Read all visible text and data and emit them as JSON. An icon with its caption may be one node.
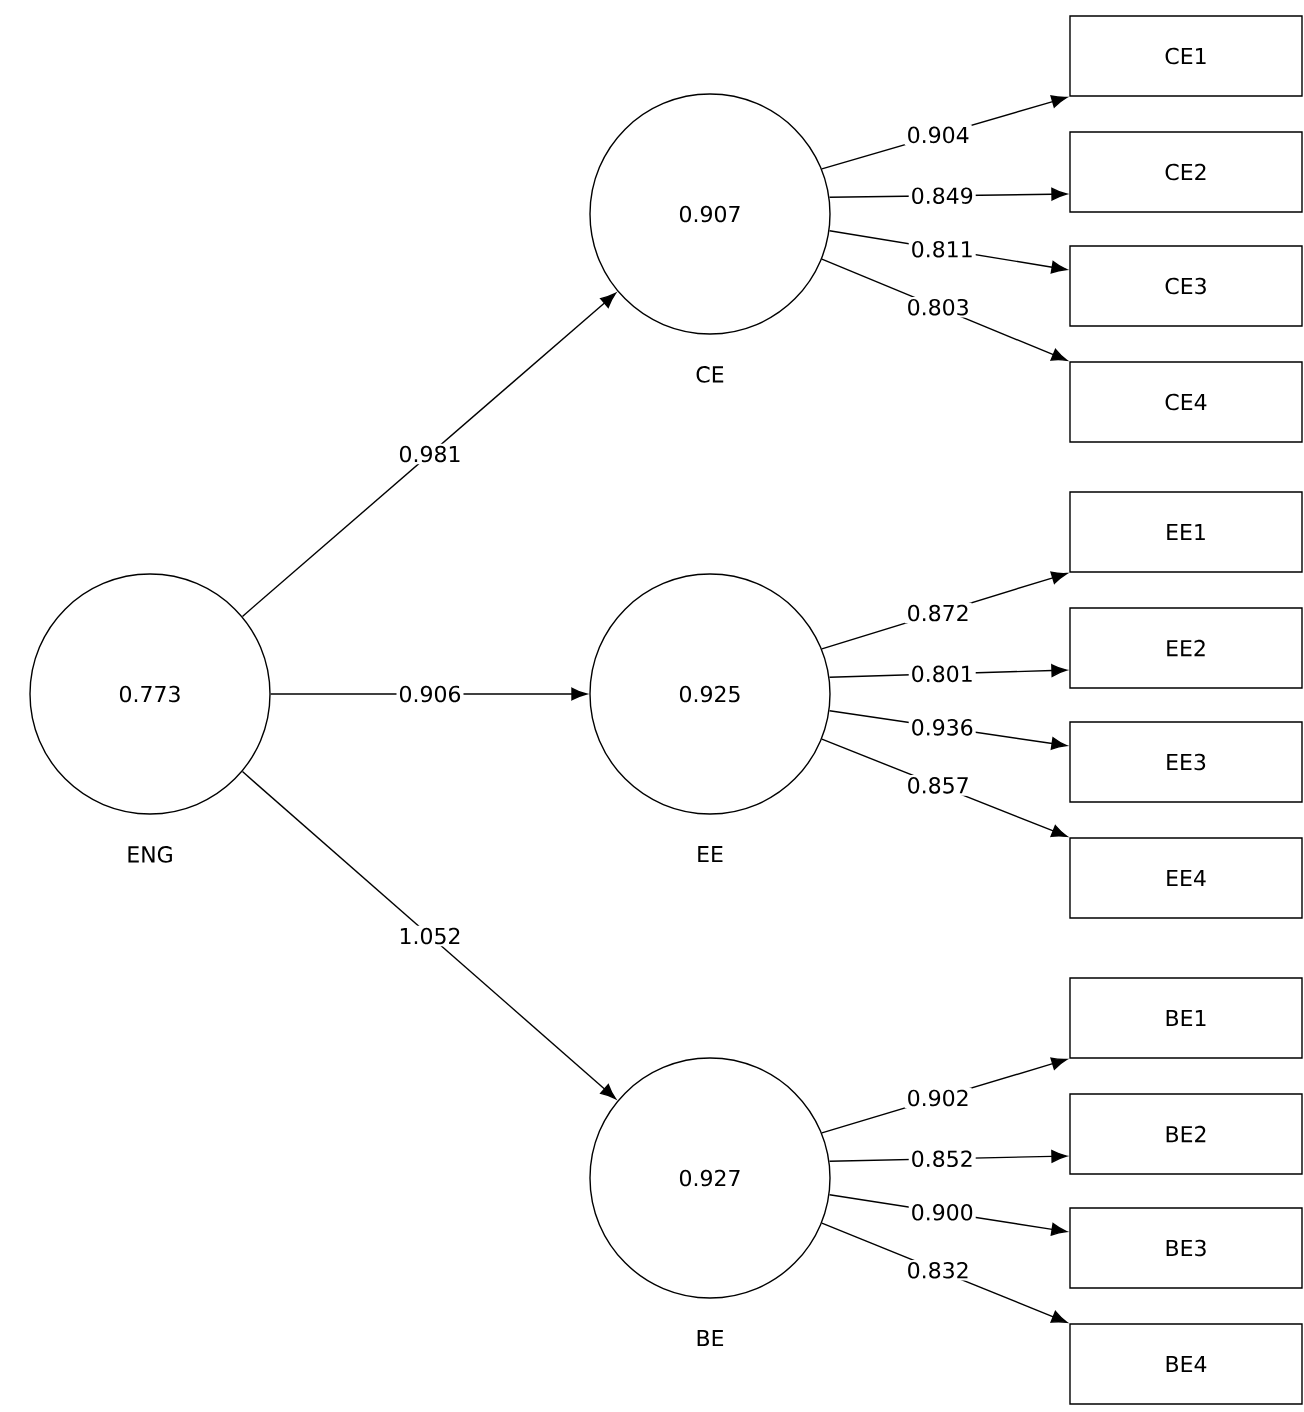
{
  "diagram": {
    "nodes": [
      {
        "text": [
          "0.773"
        ],
        "beside": [
          "ENG"
        ]
      },
      {
        "text": [
          "0.907"
        ],
        "beside": [
          "CE"
        ]
      },
      {
        "text": [
          "0.925"
        ],
        "beside": [
          "EE"
        ]
      },
      {
        "text": [
          "0.927"
        ],
        "beside": [
          "BE"
        ]
      },
      {
        "text": [
          "CE1"
        ]
      },
      {
        "text": [
          "CE2"
        ]
      },
      {
        "text": [
          "CE3"
        ]
      },
      {
        "text": [
          "CE4"
        ]
      },
      {
        "text": [
          "EE1"
        ]
      },
      {
        "text": [
          "EE2"
        ]
      },
      {
        "text": [
          "EE3"
        ]
      },
      {
        "text": [
          "EE4"
        ]
      },
      {
        "text": [
          "BE1"
        ]
      },
      {
        "text": [
          "BE2"
        ]
      },
      {
        "text": [
          "BE3"
        ]
      },
      {
        "text": [
          "BE4"
        ]
      }
    ],
    "edges": [
      {
        "from": 0,
        "to": 1,
        "arrow": "to",
        "label": "0.981"
      },
      {
        "from": 0,
        "to": 2,
        "arrow": "to",
        "label": "0.906"
      },
      {
        "from": 0,
        "to": 3,
        "arrow": "to",
        "label": "1.052"
      },
      {
        "from": 1,
        "to": 4,
        "arrow": "to",
        "label": "0.904"
      },
      {
        "from": 1,
        "to": 5,
        "arrow": "to",
        "label": "0.849"
      },
      {
        "from": 1,
        "to": 6,
        "arrow": "to",
        "label": "0.811"
      },
      {
        "from": 1,
        "to": 7,
        "arrow": "to",
        "label": "0.803"
      },
      {
        "from": 2,
        "to": 8,
        "arrow": "to",
        "label": "0.872"
      },
      {
        "from": 2,
        "to": 9,
        "arrow": "to",
        "label": "0.801"
      },
      {
        "from": 2,
        "to": 10,
        "arrow": "to",
        "label": "0.936"
      },
      {
        "from": 2,
        "to": 11,
        "arrow": "to",
        "label": "0.857"
      },
      {
        "from": 3,
        "to": 12,
        "arrow": "to",
        "label": "0.902"
      },
      {
        "from": 3,
        "to": 13,
        "arrow": "to",
        "label": "0.852"
      },
      {
        "from": 3,
        "to": 14,
        "arrow": "to",
        "label": "0.900"
      },
      {
        "from": 3,
        "to": 15,
        "arrow": "to",
        "label": "0.832"
      }
    ]
  }
}
